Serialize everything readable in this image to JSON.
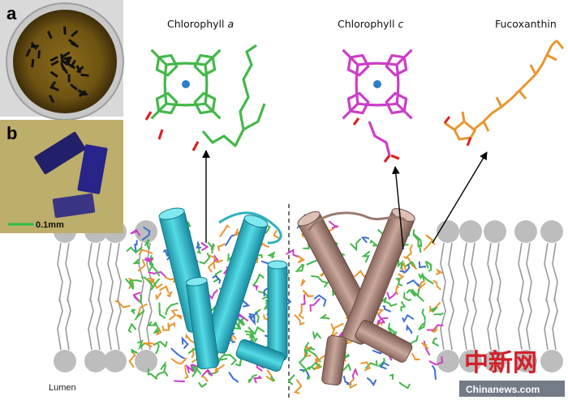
{
  "panels": {
    "a_label": "a",
    "b_label": "b",
    "scale_bar": "0.1mm"
  },
  "molecules": {
    "chl_a": {
      "base": "Chlorophyll ",
      "suffix": "a"
    },
    "chl_c": {
      "base": "Chlorophyll ",
      "suffix": "c"
    },
    "fucoxanthin": "Fucoxanthin"
  },
  "membrane": {
    "lumen_label": "Lumen"
  },
  "watermark": {
    "chinese": "中新网",
    "site": "Chinanews.com"
  },
  "colors": {
    "chl_a": "#44b84a",
    "chl_c": "#cc3ec8",
    "fucoxanthin": "#e8962e",
    "protein_left": "#3cc6d2",
    "protein_right": "#b89288",
    "lipid_head": "#bdbdbd",
    "magnesium": "#2d7fc8"
  }
}
